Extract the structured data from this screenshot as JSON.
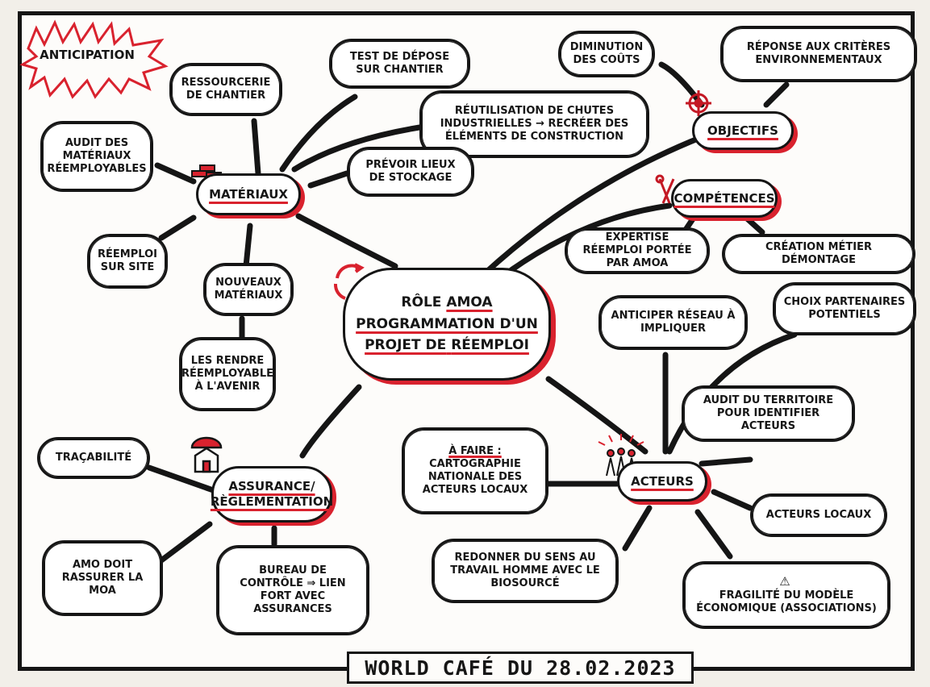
{
  "corner_tag": "ANTICIPATION",
  "center": {
    "line1_a": "RÔLE",
    "line1_b": "AMOA",
    "line2": "PROGRAMMATION D'UN",
    "line3_a": "PROJET DE",
    "line3_b": "RÉEMPLOI"
  },
  "categories": {
    "materiaux": "MATÉRIAUX",
    "objectifs": "OBJECTIFS",
    "competences": "COMPÉTENCES",
    "assurance": "ASSURANCE/ RÈGLEMENTATION",
    "acteurs": "ACTEURS"
  },
  "notes": {
    "ressourcerie": "RESSOURCERIE DE CHANTIER",
    "test_depose": "TEST DE DÉPOSE SUR CHANTIER",
    "reutilisation": "RÉUTILISATION DE CHUTES INDUSTRIELLES → RECRÉER DES ÉLÉMENTS DE CONSTRUCTION",
    "diminution": "DIMINUTION DES COÛTS",
    "reponse": "RÉPONSE AUX CRITÈRES ENVIRONNEMENTAUX",
    "audit_materiaux": "AUDIT DES MATÉRIAUX RÉEMPLOYABLES",
    "stockage": "PRÉVOIR LIEUX DE STOCKAGE",
    "reemploi_site": "RÉEMPLOI SUR SITE",
    "nouveaux": "NOUVEAUX MATÉRIAUX",
    "rendre": "LES RENDRE RÉEMPLOYABLE À L'AVENIR",
    "expertise": "EXPERTISE RÉEMPLOI PORTÉE PAR AMOA",
    "creation": "CRÉATION MÉTIER DÉMONTAGE",
    "anticiper": "ANTICIPER RÉSEAU À IMPLIQUER",
    "choix": "CHOIX PARTENAIRES POTENTIELS",
    "audit_territoire": "AUDIT DU TERRITOIRE POUR IDENTIFIER ACTEURS",
    "a_faire_title": "À FAIRE :",
    "a_faire_body": "CARTOGRAPHIE NATIONALE DES ACTEURS LOCAUX",
    "tracabilite": "TRAÇABILITÉ",
    "amo": "AMO DOIT RASSURER LA MOA",
    "bureau": "BUREAU DE CONTRÔLE ⇒ LIEN FORT AVEC ASSURANCES",
    "redonner": "REDONNER DU SENS AU TRAVAIL HOMME AVEC LE BIOSOURCÉ",
    "acteurs_locaux": "ACTEURS LOCAUX",
    "fragilite": "FRAGILITÉ DU MODÈLE ÉCONOMIQUE (ASSOCIATIONS)"
  },
  "footer": "WORLD CAFÉ DU  28.02.2023",
  "colors": {
    "ink": "#151515",
    "accent": "#d9222e",
    "paper": "#fdfcfa"
  },
  "icons": [
    "burst-icon",
    "recycle-icon",
    "target-icon",
    "tools-icon",
    "umbrella-house-icon",
    "people-icon",
    "warning-icon",
    "bricks-icon"
  ]
}
